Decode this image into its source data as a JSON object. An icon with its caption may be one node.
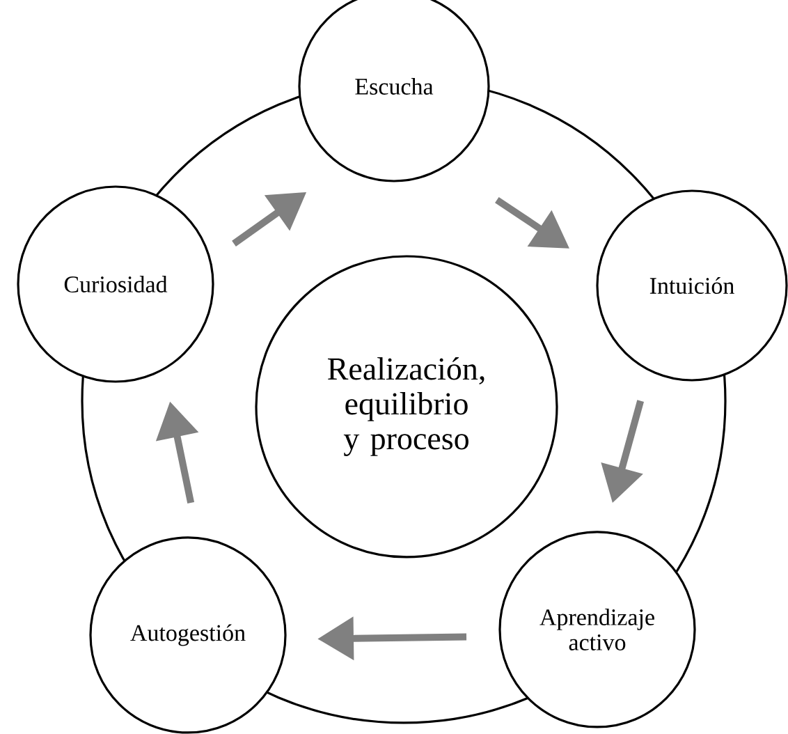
{
  "diagram": {
    "nodes": [
      {
        "text": [
          "Escucha"
        ]
      },
      {
        "text": [
          "Intuición"
        ]
      },
      {
        "text": [
          "Aprendizaje activo"
        ]
      },
      {
        "text": [
          "Autogestión"
        ]
      },
      {
        "text": [
          "Curiosidad"
        ]
      },
      {
        "text": [
          "Realización, equilibrio y proceso"
        ]
      }
    ],
    "edges": [
      {
        "from": 0,
        "to": 1,
        "arrow": "to"
      },
      {
        "from": 1,
        "to": 2,
        "arrow": "to"
      },
      {
        "from": 2,
        "to": 3,
        "arrow": "to"
      },
      {
        "from": 3,
        "to": 4,
        "arrow": "to"
      },
      {
        "from": 4,
        "to": 0,
        "arrow": "to"
      }
    ]
  }
}
